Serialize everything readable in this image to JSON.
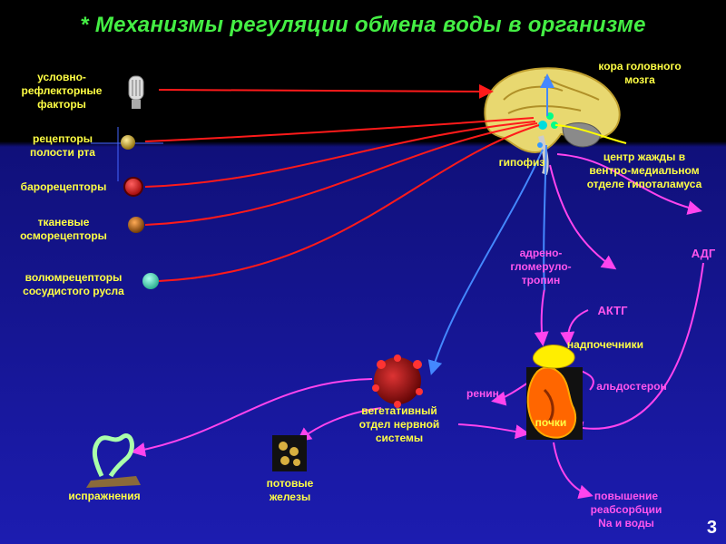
{
  "title": "*  Механизмы регуляции обмена воды в организме",
  "page_number": "3",
  "labels": {
    "conditioned_reflex": "условно-\nрефлекторные\nфакторы",
    "mouth_receptors": "рецепторы\nполости рта",
    "baroreceptors": "барорецепторы",
    "tissue_osmoreceptors": "тканевые\nосморецепторы",
    "volume_receptors": "волюмрецепторы\nсосудистого русла",
    "cortex": "кора головного\nмозга",
    "pituitary": "гипофиз",
    "thirst_center": "центр жажды в\nвентро-медиальном\nотделе гипоталамуса",
    "adrenoglomerulotropin": "адрено-\nгломеруло-\nтропин",
    "adh": "АДГ",
    "acth": "АКТГ",
    "adrenal": "надпочечники",
    "aldosterone": "альдостерон",
    "renin": "ренин",
    "kidneys": "почки",
    "autonomic": "вегетативный\nотдел нервной\nсистемы",
    "sweat_glands": "потовые\nжелезы",
    "excretion": "испражнения",
    "reabsorption": "повышение\nреабсорбции\nNa и воды"
  },
  "colors": {
    "background_top": "#000000",
    "background_bottom": "#1a1aa0",
    "red_arrow": "#ff1a1a",
    "pink_arrow": "#ff44ee",
    "blue_arrow": "#4488ff",
    "yellow_line": "#ffff00",
    "label_yellow": "#ffff44",
    "label_green": "#44ff66",
    "label_pink": "#ff55ee"
  }
}
